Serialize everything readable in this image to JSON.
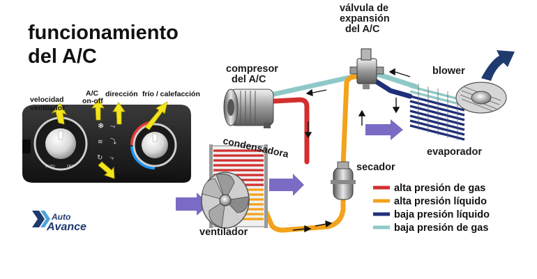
{
  "title": {
    "line1": "funcionamiento",
    "line2": "del A/C"
  },
  "control_panel": {
    "velocidad_line1": "velocidad",
    "velocidad_line2": "ventilador",
    "ac_line1": "A/C",
    "ac_line2": "on-off",
    "direccion": "dirección",
    "frio": "frío / calefacción",
    "recirculacion": "A/C recirculación",
    "auto_text": "AUTO",
    "off_text": "OFF"
  },
  "components": {
    "compresor_line1": "compresor",
    "compresor_line2": "del A/C",
    "valvula_line1": "válvula de",
    "valvula_line2": "expansión",
    "valvula_line3": "del A/C",
    "blower": "blower",
    "condensadora": "condensadora",
    "secador": "secador",
    "evaporador": "evaporador",
    "ventilador": "ventilador"
  },
  "legend": [
    {
      "label": "alta presión de gas",
      "color": "#d32f2f"
    },
    {
      "label": "alta presión líquido",
      "color": "#f2a31b"
    },
    {
      "label": "baja presión líquido",
      "color": "#1f2f7a"
    },
    {
      "label": "baja presión de gas",
      "color": "#8fc9c7"
    }
  ],
  "logo": {
    "line1": "Auto",
    "line2": "Avance"
  },
  "colors": {
    "high_gas": "#d32f2f",
    "high_liquid": "#f2a31b",
    "low_liquid": "#1f2f7a",
    "low_gas": "#8fc9c7",
    "airflow_arrow": "#7b6bc4",
    "blower_arrow": "#1f3a6e",
    "callout_yellow": "#f3e51c"
  }
}
